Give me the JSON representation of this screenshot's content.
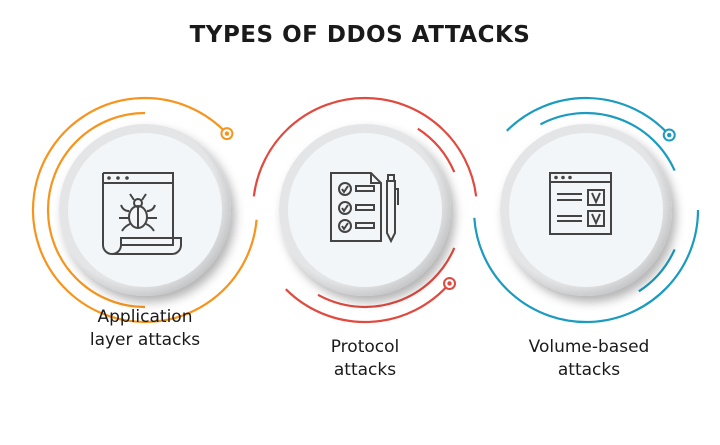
{
  "title": "TYPES OF DDOS ATTACKS",
  "items": [
    {
      "line1": "Application",
      "line2": "layer attacks",
      "icon": "bug-document-icon",
      "color": "#f7941d"
    },
    {
      "line1": "Protocol",
      "line2": "attacks",
      "icon": "checklist-pen-icon",
      "color": "#e04a3f"
    },
    {
      "line1": "Volume-based",
      "line2": "attacks",
      "icon": "browser-checkbox-icon",
      "color": "#1a9bbf"
    }
  ]
}
